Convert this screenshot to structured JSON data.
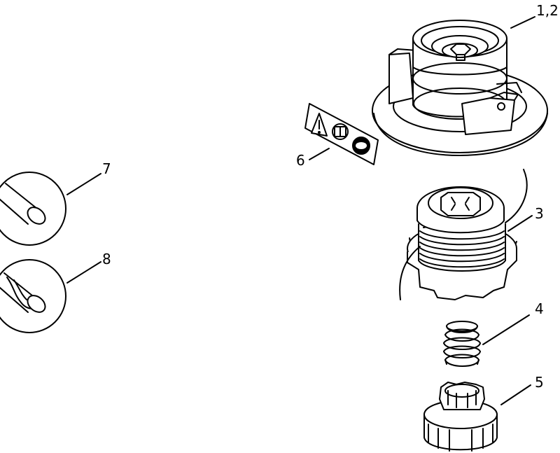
{
  "callouts": {
    "part_1_2": "1,2",
    "part_3": "3",
    "part_4": "4",
    "part_5": "5",
    "part_6": "6",
    "part_7": "7",
    "part_8": "8"
  },
  "colors": {
    "ink": "#000000",
    "paper": "#ffffff",
    "shade": "#eeeeee"
  },
  "icons": [
    "warning-triangle-icon",
    "book-icon",
    "eye-protection-icon"
  ]
}
